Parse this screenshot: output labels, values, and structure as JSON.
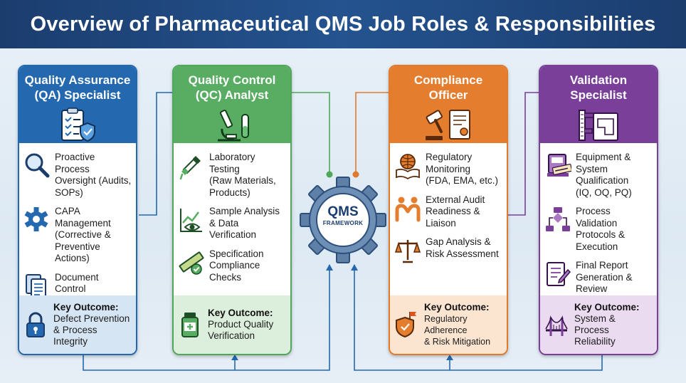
{
  "title": "Overview of Pharmaceutical QMS Job Roles & Responsibilities",
  "center": {
    "title": "QMS",
    "subtitle": "FRAMEWORK"
  },
  "colors": {
    "qa": "#2468b0",
    "qc": "#58ad63",
    "compliance": "#e57d2e",
    "validation": "#7a3f98",
    "header": "#1b3d6e"
  },
  "roles": [
    {
      "title": "Quality Assurance\n(QA) Specialist",
      "header_icon": "clipboard-shield-icon",
      "items": [
        {
          "icon": "magnifier-icon",
          "text": "Proactive Process\nOversight (Audits,\nSOPs)"
        },
        {
          "icon": "gear-cog-icon",
          "text": "CAPA Management\n(Corrective &\nPreventive Actions)"
        },
        {
          "icon": "documents-icon",
          "text": "Document Control\n& Training"
        }
      ],
      "outcome_icon": "padlock-icon",
      "outcome_label": "Key Outcome:",
      "outcome_text": "Defect Prevention\n& Process Integrity"
    },
    {
      "title": "Quality Control\n(QC) Analyst",
      "header_icon": "microscope-icon",
      "items": [
        {
          "icon": "pipette-icon",
          "text": "Laboratory Testing\n(Raw Materials,\nProducts)"
        },
        {
          "icon": "chart-eye-icon",
          "text": "Sample Analysis\n& Data\nVerification"
        },
        {
          "icon": "ruler-check-icon",
          "text": "Specification\nCompliance\nChecks"
        }
      ],
      "outcome_icon": "pill-bottle-icon",
      "outcome_label": "Key Outcome:",
      "outcome_text": "Product Quality\nVerification"
    },
    {
      "title": "Compliance\nOfficer",
      "header_icon": "gavel-certificate-icon",
      "items": [
        {
          "icon": "globe-book-icon",
          "text": "Regulatory\nMonitoring\n(FDA, EMA, etc.)"
        },
        {
          "icon": "handshake-icon",
          "text": "External Audit\nReadiness &\nLiaison"
        },
        {
          "icon": "scales-icon",
          "text": "Gap Analysis &\nRisk Assessment"
        }
      ],
      "outcome_icon": "shield-flag-icon",
      "outcome_label": "Key Outcome:",
      "outcome_text": "Regulatory Adherence\n& Risk Mitigation"
    },
    {
      "title": "Validation\nSpecialist",
      "header_icon": "caliper-blueprint-icon",
      "items": [
        {
          "icon": "validated-machine-icon",
          "text": "Equipment &\nSystem Qualification\n(IQ, OQ, PQ)"
        },
        {
          "icon": "flowchart-icon",
          "text": "Process Validation\nProtocols &\nExecution"
        },
        {
          "icon": "report-pen-icon",
          "text": "Final Report\nGeneration &\nReview"
        }
      ],
      "outcome_icon": "bridge-icon",
      "outcome_label": "Key Outcome:",
      "outcome_text": "System & Process\nReliability"
    }
  ]
}
